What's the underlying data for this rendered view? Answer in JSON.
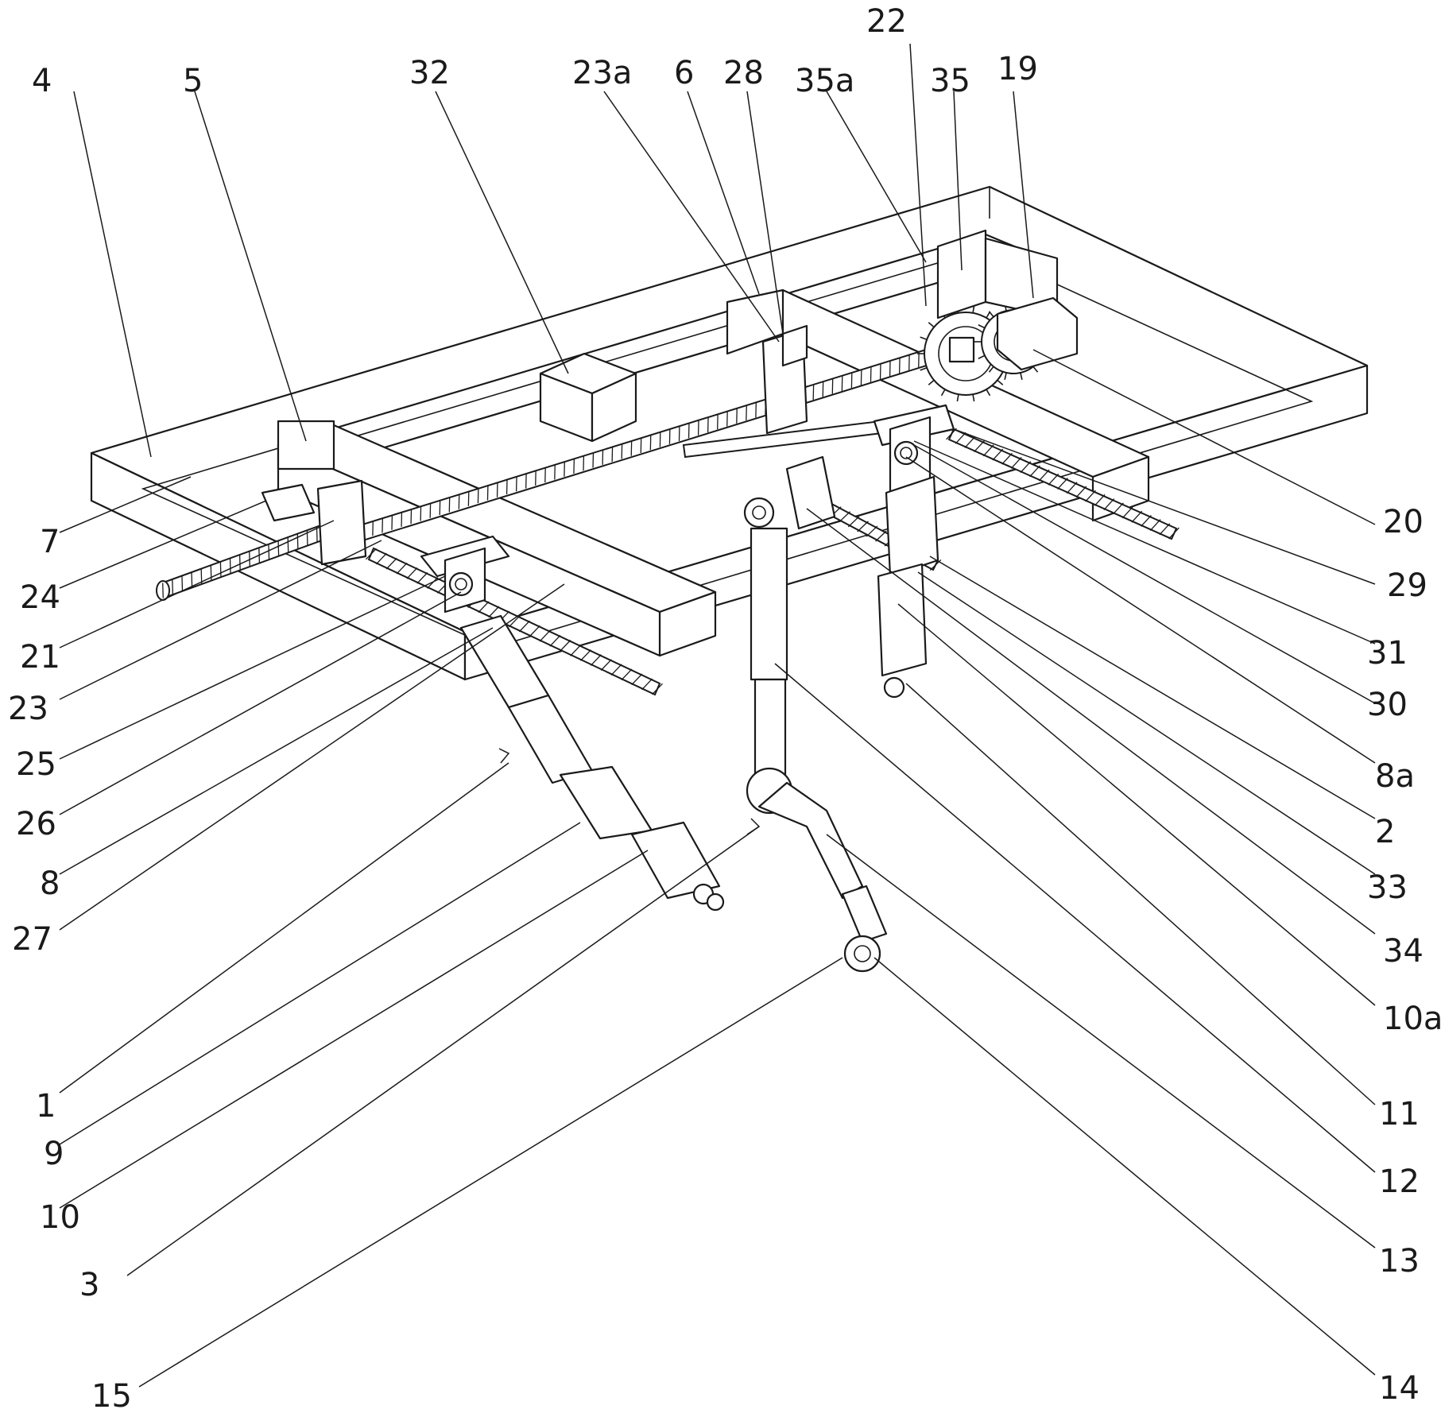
{
  "figure": {
    "background": "#ffffff",
    "line_color": "#1a1a1a",
    "labels": [
      "4",
      "5",
      "32",
      "23a",
      "6",
      "28",
      "35a",
      "22",
      "35",
      "19",
      "7",
      "24",
      "21",
      "23",
      "25",
      "26",
      "8",
      "27",
      "1",
      "9",
      "10",
      "3",
      "15",
      "20",
      "29",
      "31",
      "30",
      "8a",
      "2",
      "33",
      "34",
      "10a",
      "11",
      "12",
      "13",
      "14"
    ]
  }
}
